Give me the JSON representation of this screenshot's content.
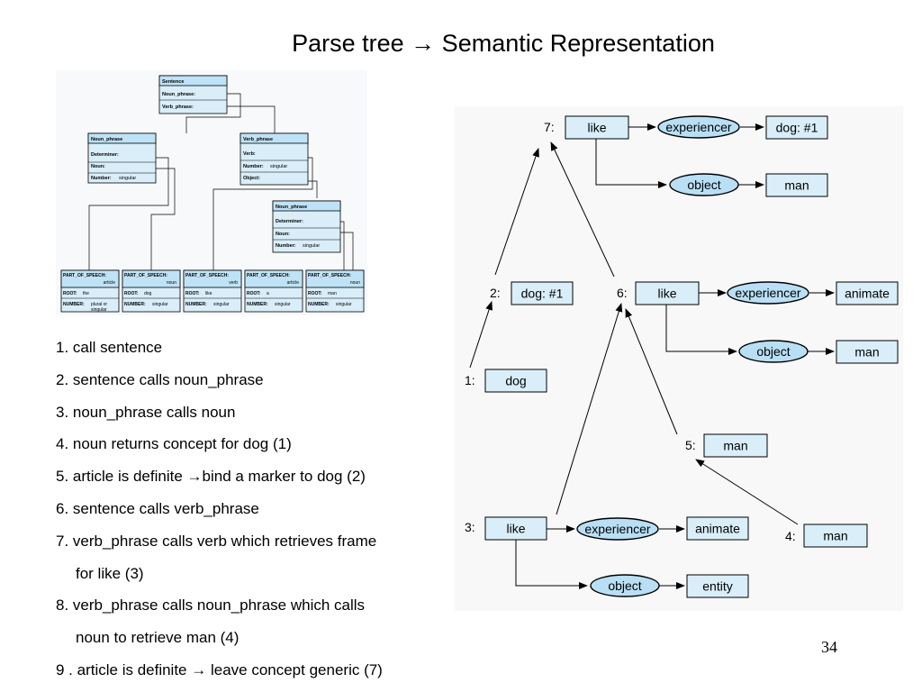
{
  "title": "Parse tree → Semantic Representation",
  "page_number": "34",
  "steps": [
    "1. call sentence",
    "2. sentence calls noun_phrase",
    "3. noun_phrase calls noun",
    "4. noun returns concept for dog (1)",
    "5. article is definite →bind a marker to dog (2)",
    "6. sentence calls verb_phrase",
    "7. verb_phrase calls verb which retrieves frame",
    "for like (3)",
    "8. verb_phrase calls noun_phrase which calls",
    "noun to retrieve man (4)",
    "9 . article is definite → leave concept generic (7)"
  ],
  "parse_tree": {
    "sentence": {
      "header": "Sentence",
      "rows": [
        "Noun_phrase:",
        "Verb_phrase:"
      ]
    },
    "noun_phrase_1": {
      "header": "Noun_phrase",
      "rows": [
        "Determiner:",
        "Noun:"
      ],
      "number_label": "Number:",
      "number_value": "singular"
    },
    "verb_phrase": {
      "header": "Verb_phrase",
      "rows": [
        "Verb:"
      ],
      "number_label": "Number:",
      "number_value": "singular",
      "object_row": "Object:"
    },
    "noun_phrase_2": {
      "header": "Noun_phrase",
      "rows": [
        "Determiner:",
        "Noun:"
      ],
      "number_label": "Number:",
      "number_value": "singular"
    },
    "leaf_labels": {
      "pos": "PART_OF_SPEECH:",
      "root": "ROOT:",
      "number": "NUMBER:"
    },
    "leaves": [
      {
        "pos": "article",
        "root": "the",
        "number": "plural or",
        "number2": "singular"
      },
      {
        "pos": "noun",
        "root": "dog",
        "number": "singular",
        "number2": ""
      },
      {
        "pos": "verb",
        "root": "like",
        "number": "singular",
        "number2": ""
      },
      {
        "pos": "article",
        "root": "a",
        "number": "singular",
        "number2": ""
      },
      {
        "pos": "noun",
        "root": "man",
        "number": "singular",
        "number2": ""
      }
    ]
  },
  "semantic_graph": {
    "n7": {
      "label": "7:",
      "concept": "like"
    },
    "n7_exp": {
      "relation": "experiencer",
      "value": "dog: #1"
    },
    "n7_obj": {
      "relation": "object",
      "value": "man"
    },
    "n2": {
      "label": "2:",
      "concept": "dog: #1"
    },
    "n6": {
      "label": "6:",
      "concept": "like"
    },
    "n6_exp": {
      "relation": "experiencer",
      "value": "animate"
    },
    "n6_obj": {
      "relation": "object",
      "value": "man"
    },
    "n1": {
      "label": "1:",
      "concept": "dog"
    },
    "n5": {
      "label": "5:",
      "concept": "man"
    },
    "n3": {
      "label": "3:",
      "concept": "like"
    },
    "n3_exp": {
      "relation": "experiencer",
      "value": "animate"
    },
    "n3_obj": {
      "relation": "object",
      "value": "entity"
    },
    "n4": {
      "label": "4:",
      "concept": "man"
    }
  },
  "colors": {
    "box_fill": "#d9eef9",
    "header_fill": "#bfe3f6",
    "oval_fill": "#b9dff5",
    "stroke": "#000000"
  }
}
